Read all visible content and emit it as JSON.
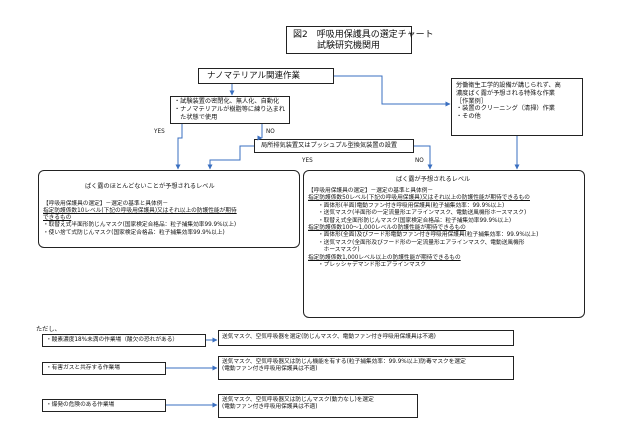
{
  "title": {
    "line1": "図2　呼吸用保護具の選定チャート",
    "line2": "試験研究機関用"
  },
  "nano": "ナノマテリアル関連作業",
  "conditions": [
    "・試験装置の密閉化、無人化、自動化",
    "・ナノマテリアルが樹脂等に練り込まれ",
    "　た状態で使用"
  ],
  "special": [
    "労働衛生工学的設備が講じられず、高",
    "濃度ばく露が予想される特殊な作業",
    "［作業例］",
    "・装置のクリーニング（清掃）作業",
    "・その他"
  ],
  "local_exhaust": "局所排気装置又はプッシュプル型換気装置の設置",
  "labels": {
    "yes1": "YES",
    "no1": "NO",
    "yes2": "YES",
    "no2": "NO"
  },
  "low": {
    "heading": "ばく露のほとんどないことが予想されるレベル",
    "lines": [
      "【呼吸用保護具の選定】－選定の基準と具体例－",
      "指定防護係数10レベル(下記の呼吸用保護具)又はそれ以上の防護性能が期待",
      "できるもの",
      "・取替え式半面形防じんマスク(国家検定合格品：粒子捕集効率99.9%以上)",
      "・使い捨て式防じんマスク(国家検定合格品：粒子捕集効率99.9%以上)"
    ]
  },
  "high": {
    "heading": "ばく露が予想されるレベル",
    "lines": [
      "【呼吸用保護具の選定】－選定の基準と具体例－",
      "指定防護係数50レベル(下記の呼吸用保護具)又はそれ以上の防護性能が期待できるもの",
      "・面体形(半面)電動ファン付き呼吸用保護具(粒子捕集効率：99.9%以上)",
      "・送気マスク(半面形の一定流量形エアラインマスク、電動送風機形ホースマスク)",
      "・取替え式全面形防じんマスク(国家検定合格品：粒子捕集効率99.9%以上)",
      "指定防護係数100～1,000レベルの防護性能が期待できるもの",
      "・面体形(全面)及びフード形電動ファン付き呼吸用保護具(粒子捕集効率：99.9%以上)",
      "・送気マスク(全面形及びフード形の一定流量形エアラインマスク、電動送風機形",
      "　ホースマスク)",
      "指定防護係数1,000レベル以上の防護性能が期待できるもの",
      "・プレッシャデマンド形エアラインマスク"
    ]
  },
  "notes": {
    "tadashi": "ただし、",
    "rows": [
      {
        "condition": "・酸素濃度18%未満の作業場（酸欠の恐れがある）",
        "result": [
          "送気マスク、空気呼吸器を選定(防じんマスク、電動ファン付き呼吸用保護具は不適)"
        ]
      },
      {
        "condition": "・有害ガスと共存する作業場",
        "result": [
          "送気マスク、空気呼吸器又は防じん機能を有する(粒子捕集効率：99.9%以上)防毒マスクを選定",
          "(電動ファン付き呼吸用保護具は不適)"
        ]
      },
      {
        "condition": "・爆発の危険のある作業場",
        "result": [
          "送気マスク、空気呼吸器又は防じんマスク(動力なし)を選定",
          "(電動ファン付き呼吸用保護具は不適)"
        ]
      }
    ]
  },
  "colors": {
    "arrow": "#3a6fc0",
    "border": "#222222"
  }
}
